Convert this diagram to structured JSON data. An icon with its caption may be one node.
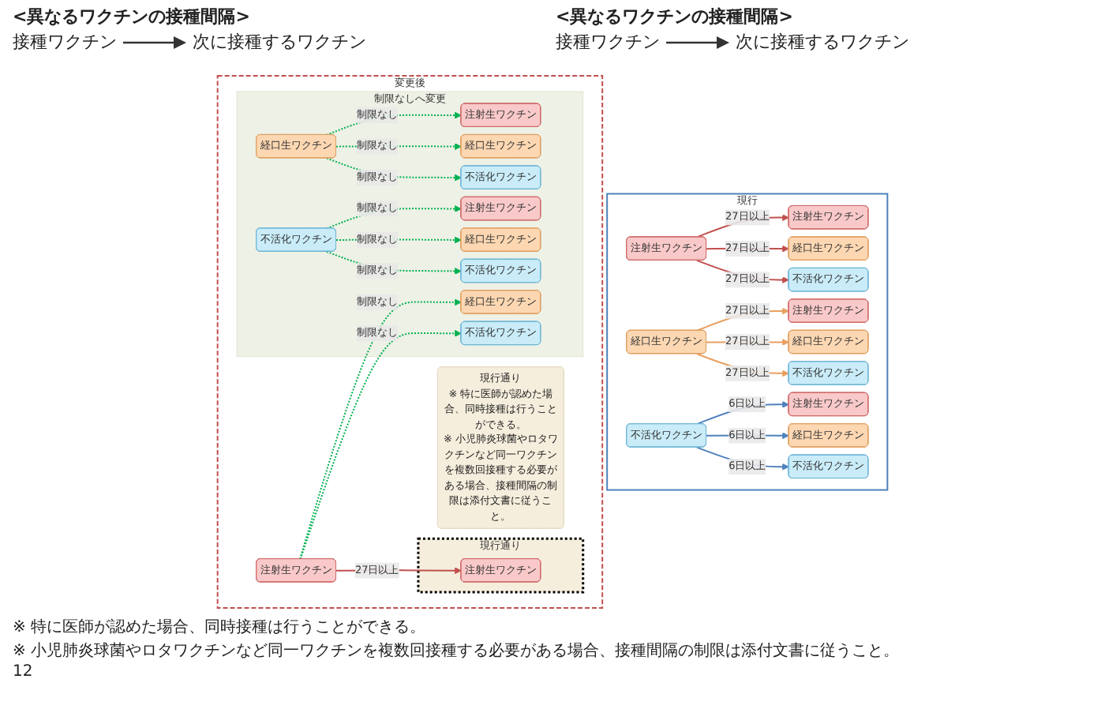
{
  "diagram": {
    "nodes": [
      {
        "text": [
          "現行"
        ]
      },
      {
        "text": [
          "注射生ワクチン"
        ],
        "in": 0
      },
      {
        "text": [
          "注射生ワクチン"
        ],
        "in": 0
      },
      {
        "text": [
          "経口生ワクチン"
        ],
        "in": 0
      },
      {
        "text": [
          "不活化ワクチン"
        ],
        "in": 0
      },
      {
        "text": [
          "経口生ワクチン"
        ],
        "in": 0
      },
      {
        "text": [
          "注射生ワクチン"
        ],
        "in": 0
      },
      {
        "text": [
          "経口生ワクチン"
        ],
        "in": 0
      },
      {
        "text": [
          "不活化ワクチン"
        ],
        "in": 0
      },
      {
        "text": [
          "不活化ワクチン"
        ],
        "in": 0
      },
      {
        "text": [
          "注射生ワクチン"
        ],
        "in": 0
      },
      {
        "text": [
          "経口生ワクチン"
        ],
        "in": 0
      },
      {
        "text": [
          "不活化ワクチン"
        ],
        "in": 0
      },
      {
        "text": [
          "変更後"
        ]
      },
      {
        "text": [
          "現行通り"
        ],
        "in": 13
      },
      {
        "text": [
          "注射生ワクチン"
        ],
        "in": 13
      },
      {
        "text": [
          "注射生ワクチン"
        ],
        "in": 14
      },
      {
        "text": [
          "制限なしへ変更"
        ],
        "in": 13
      },
      {
        "text": [
          "経口生ワクチン"
        ],
        "in": 17
      },
      {
        "text": [
          "不活化ワクチン"
        ],
        "in": 17
      },
      {
        "text": [
          "経口生ワクチン"
        ],
        "in": 17
      },
      {
        "text": [
          "注射生ワクチン"
        ],
        "in": 17
      },
      {
        "text": [
          "経口生ワクチン"
        ],
        "in": 17
      },
      {
        "text": [
          "不活化ワクチン"
        ],
        "in": 17
      },
      {
        "text": [
          "不活化ワクチン"
        ],
        "in": 17
      },
      {
        "text": [
          "注射生ワクチン"
        ],
        "in": 17
      },
      {
        "text": [
          "経口生ワクチン"
        ],
        "in": 17
      },
      {
        "text": [
          "不活化ワクチン"
        ],
        "in": 17
      },
      {
        "text": [
          "現行通り",
          "※ 特に医師が認めた場合、同時接種は行うことができる。",
          "※ 小児肺炎球菌やロタワクチンなど同一ワクチンを複数回接種する必要がある場合、接種間隔の制限は添付文書に従うこと。"
        ],
        "in": 13
      }
    ],
    "edges": [
      {
        "from": 1,
        "to": 2,
        "arrow": "to",
        "label": "27日以上",
        "color": "#c0504d"
      },
      {
        "from": 1,
        "to": 3,
        "arrow": "to",
        "label": "27日以上",
        "color": "#c0504d"
      },
      {
        "from": 1,
        "to": 4,
        "arrow": "to",
        "label": "27日以上",
        "color": "#c0504d"
      },
      {
        "from": 5,
        "to": 6,
        "arrow": "to",
        "label": "27日以上",
        "color": "#e9a060"
      },
      {
        "from": 5,
        "to": 7,
        "arrow": "to",
        "label": "27日以上",
        "color": "#e9a060"
      },
      {
        "from": 5,
        "to": 8,
        "arrow": "to",
        "label": "27日以上",
        "color": "#e9a060"
      },
      {
        "from": 9,
        "to": 10,
        "arrow": "to",
        "label": "6日以上",
        "color": "#4f81bd"
      },
      {
        "from": 9,
        "to": 11,
        "arrow": "to",
        "label": "6日以上",
        "color": "#4f81bd"
      },
      {
        "from": 9,
        "to": 12,
        "arrow": "to",
        "label": "6日以上",
        "color": "#4f81bd"
      },
      {
        "from": 15,
        "to": 16,
        "arrow": "to",
        "label": "27日以上",
        "color": "#c0504d"
      },
      {
        "from": 15,
        "to": 18,
        "arrow": "to",
        "label": "制限なし",
        "style": "dashed",
        "color": "#00b050"
      },
      {
        "from": 15,
        "to": 19,
        "arrow": "to",
        "label": "制限なし",
        "style": "dashed",
        "color": "#00b050"
      },
      {
        "from": 20,
        "to": 21,
        "arrow": "to",
        "label": "制限なし",
        "style": "dashed",
        "color": "#00b050"
      },
      {
        "from": 20,
        "to": 22,
        "arrow": "to",
        "label": "制限なし",
        "style": "dashed",
        "color": "#00b050"
      },
      {
        "from": 20,
        "to": 23,
        "arrow": "to",
        "label": "制限なし",
        "style": "dashed",
        "color": "#00b050"
      },
      {
        "from": 24,
        "to": 25,
        "arrow": "to",
        "label": "制限なし",
        "style": "dashed",
        "color": "#00b050"
      },
      {
        "from": 24,
        "to": 26,
        "arrow": "to",
        "label": "制限なし",
        "style": "dashed",
        "color": "#00b050"
      },
      {
        "from": 24,
        "to": 27,
        "arrow": "to",
        "label": "制限なし",
        "style": "dashed",
        "color": "#00b050"
      }
    ],
    "labels": [
      "<異なるワクチンの接種間隔>",
      "接種ワクチン",
      "次に接種するワクチン",
      "※ 特に医師が認めた場合、同時接種は行うことができる。",
      "※ 小児肺炎球菌やロタワクチンなど同一ワクチンを複数回接種する必要がある場合、接種間隔の制限は添付文書に従うこと。",
      "<異なるワクチンの接種間隔>",
      "接種ワクチン",
      "次に接種するワクチン",
      "12"
    ]
  }
}
